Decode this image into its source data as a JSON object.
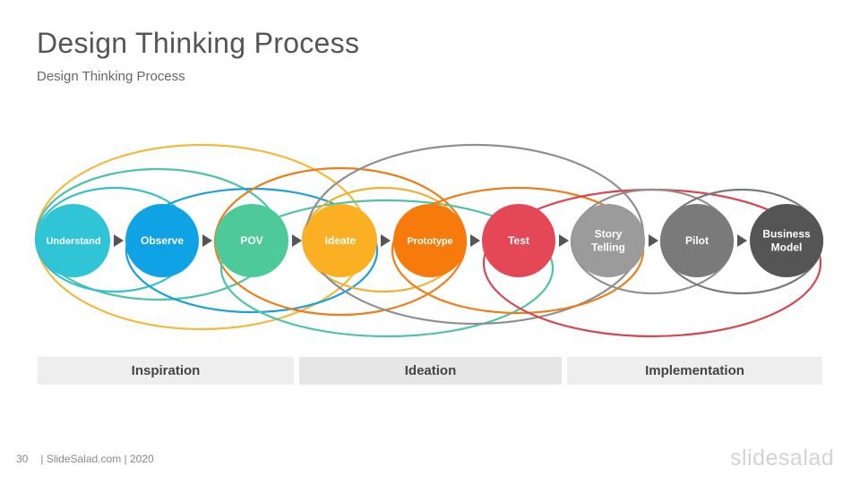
{
  "header": {
    "title": "Design Thinking Process",
    "subtitle": "Design Thinking Process"
  },
  "steps": [
    {
      "lines": [
        "Understand"
      ],
      "color": "#2fc4d6"
    },
    {
      "lines": [
        "Observe"
      ],
      "color": "#0fa3e6"
    },
    {
      "lines": [
        "POV"
      ],
      "color": "#4dc99a"
    },
    {
      "lines": [
        "Ideate"
      ],
      "color": "#fbb023"
    },
    {
      "lines": [
        "Prototype"
      ],
      "color": "#f77b0b"
    },
    {
      "lines": [
        "Test"
      ],
      "color": "#e44856"
    },
    {
      "lines": [
        "Story",
        "Telling"
      ],
      "color": "#9b9b9b"
    },
    {
      "lines": [
        "Pilot"
      ],
      "color": "#7a7a7a"
    },
    {
      "lines": [
        "Business",
        "Model"
      ],
      "color": "#555555"
    }
  ],
  "phases": [
    {
      "label": "Inspiration",
      "color": "#eeeeee"
    },
    {
      "label": "Ideation",
      "color": "#e6e6e6"
    },
    {
      "label": "Implementation",
      "color": "#eeeeee"
    }
  ],
  "colors": {
    "arrow": "#555555",
    "loop_orange": "#f5b93a",
    "loop_teal": "#4dc4a8",
    "loop_cyan": "#35bfd0",
    "loop_blue": "#1aa0dc",
    "loop_gold": "#f0b133",
    "loop_darkorange": "#ee7d1a",
    "loop_gray": "#8f8f8f",
    "loop_red": "#d84652",
    "loop_darkgray": "#7a7a7a"
  },
  "footer": {
    "page_number": "30",
    "site": "| SlideSalad.com | 2020",
    "brand": "slidesalad"
  }
}
